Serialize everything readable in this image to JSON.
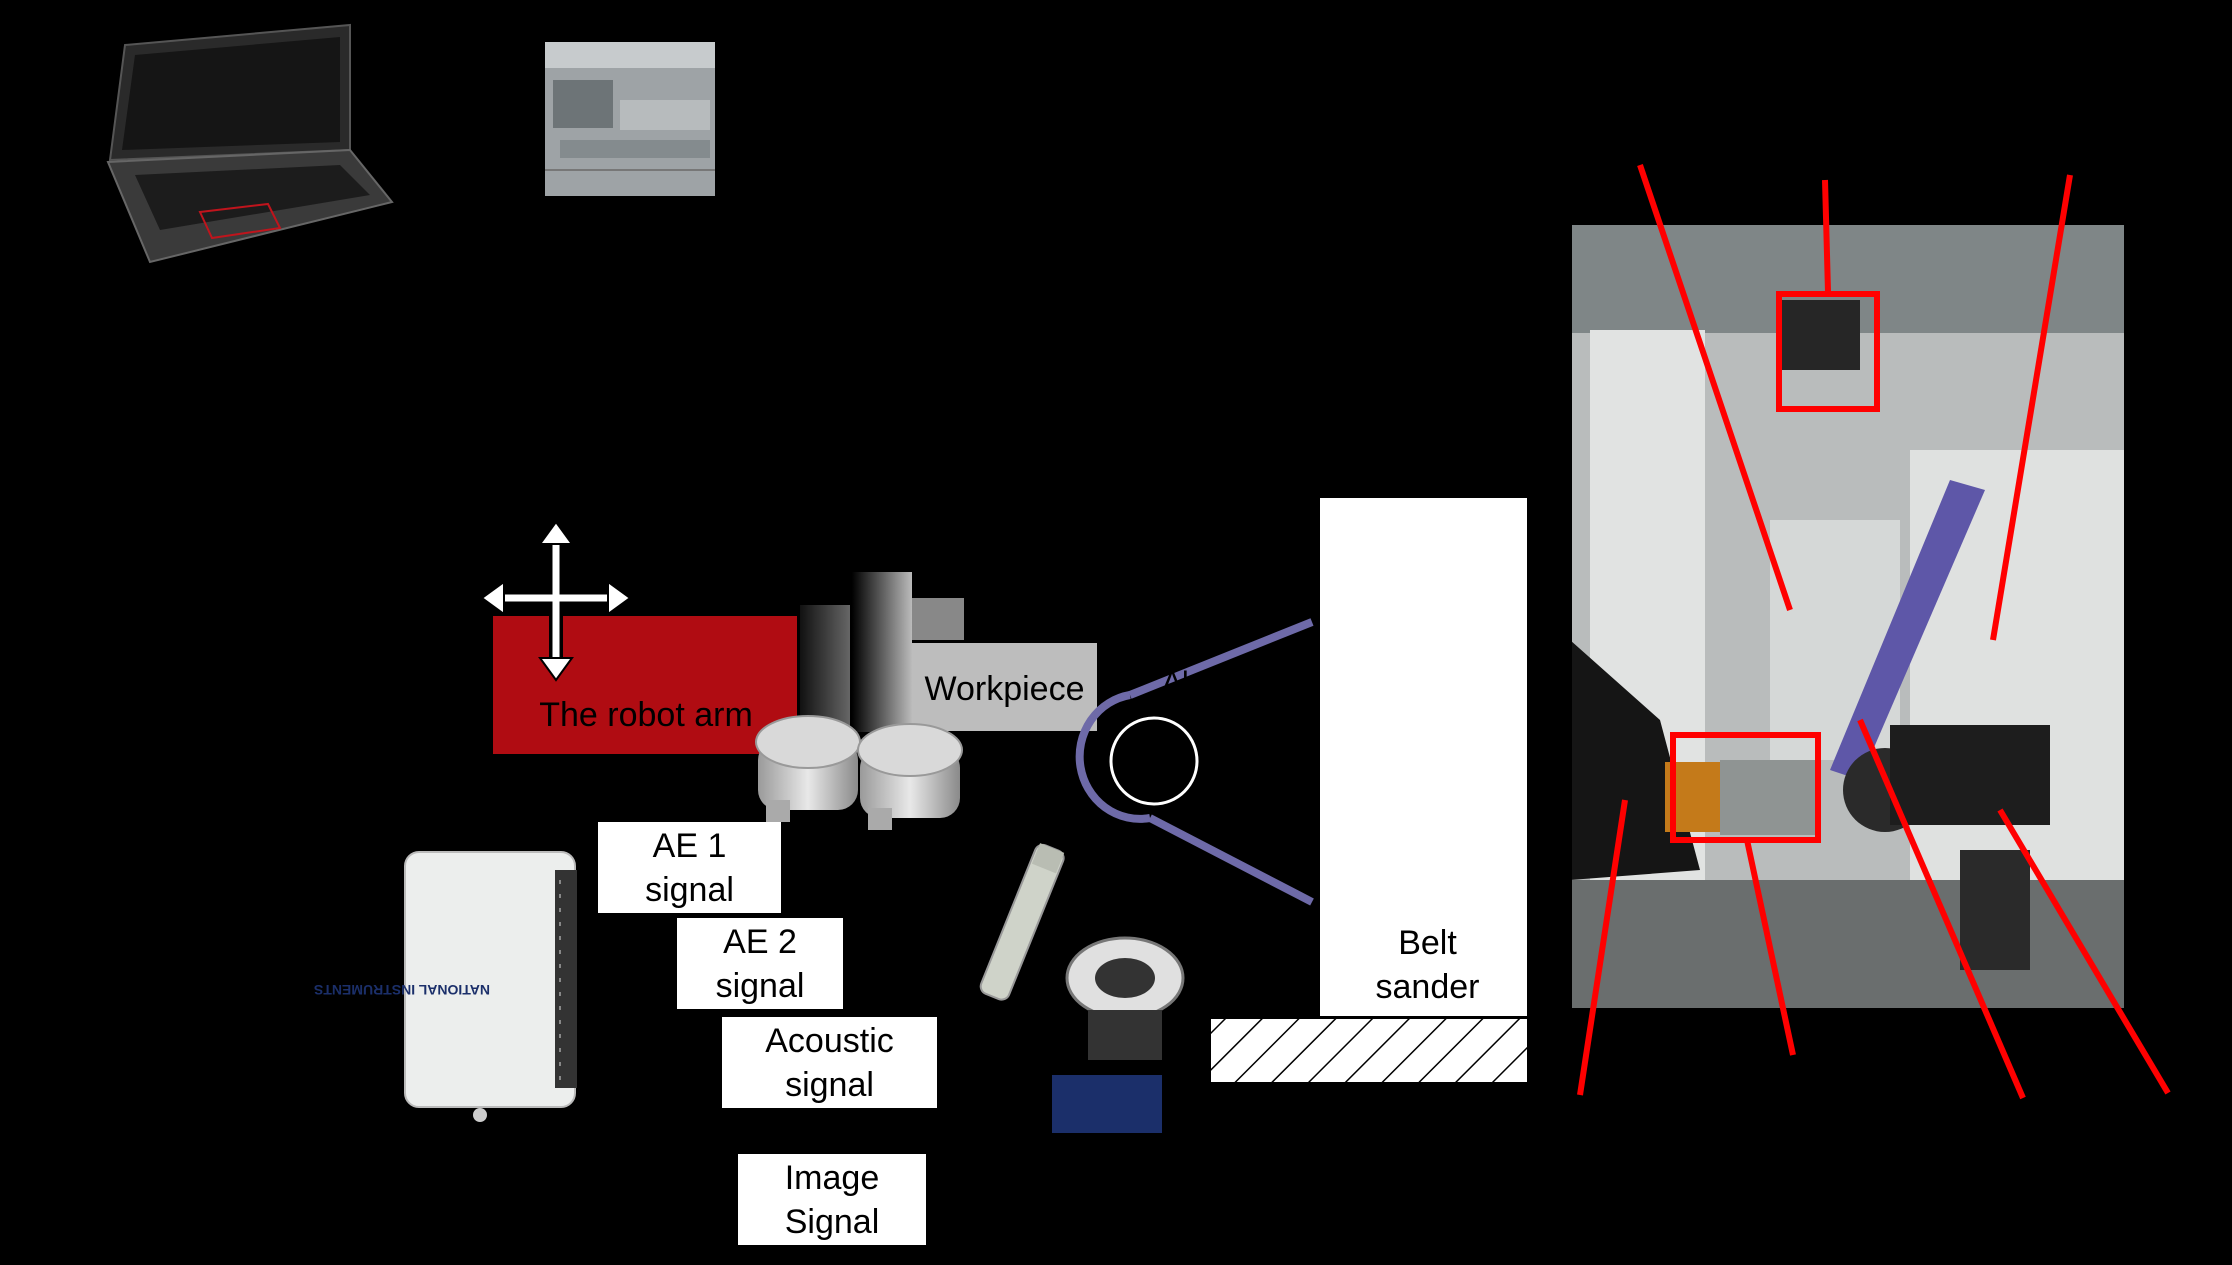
{
  "labels": {
    "robot_arm": "The robot arm",
    "workpiece": "Workpiece",
    "ae1": "AE 1\nsignal",
    "ae2": "AE 2\nsignal",
    "acoustic": "Acoustic\nsignal",
    "image": "Image\nSignal",
    "belt_sander": "Belt\nsander",
    "partial_text": "Ab"
  },
  "colors": {
    "background": "#000000",
    "robot_arm": "#b00c12",
    "belt": "#6e6aa8",
    "highlight": "#ff0000",
    "label_bg": "#ffffff"
  },
  "icons": {
    "laptop": "laptop-icon",
    "plc": "plc-controller-icon",
    "daq": "ni-daq-device-icon",
    "ae_sensors": "acoustic-emission-sensor-icon",
    "microphone": "microphone-icon",
    "camera": "industrial-camera-icon",
    "move_arrows": "four-way-arrow-icon",
    "photo": "robot-grinding-setup-photo"
  }
}
